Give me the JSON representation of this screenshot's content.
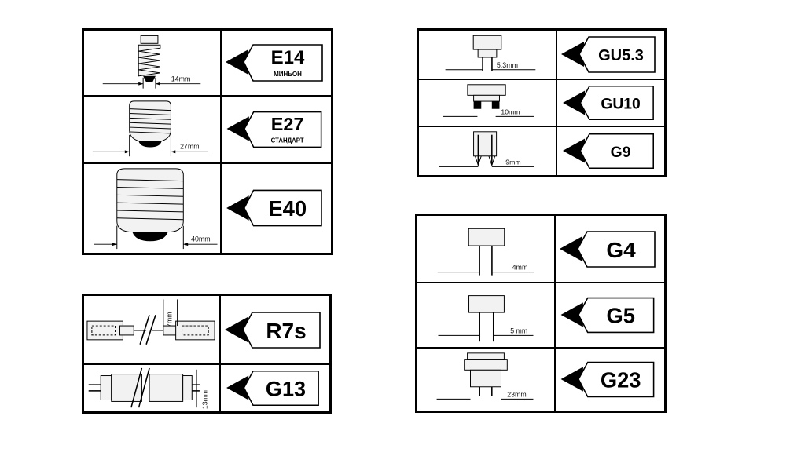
{
  "edison": [
    {
      "code": "E14",
      "sub": "МИНЬОН",
      "dim": "14mm",
      "icon": "e14-base-icon"
    },
    {
      "code": "E27",
      "sub": "СТАНДАРТ",
      "dim": "27mm",
      "icon": "e27-base-icon"
    },
    {
      "code": "E40",
      "sub": "",
      "dim": "40mm",
      "icon": "e40-base-icon"
    }
  ],
  "linear": [
    {
      "code": "R7s",
      "dim": "7mm",
      "icon": "r7s-lamp-icon"
    },
    {
      "code": "G13",
      "dim": "13mm",
      "icon": "g13-tube-icon"
    }
  ],
  "gu": [
    {
      "code": "GU5.3",
      "dim": "5.3mm",
      "icon": "gu53-base-icon"
    },
    {
      "code": "GU10",
      "dim": "10mm",
      "icon": "gu10-base-icon"
    },
    {
      "code": "G9",
      "dim": "9mm",
      "icon": "g9-base-icon"
    }
  ],
  "pin": [
    {
      "code": "G4",
      "dim": "4mm",
      "icon": "g4-pin-icon"
    },
    {
      "code": "G5",
      "dim": "5 mm",
      "icon": "g5-pin-icon"
    },
    {
      "code": "G23",
      "dim": "23mm",
      "icon": "g23-base-icon"
    }
  ]
}
